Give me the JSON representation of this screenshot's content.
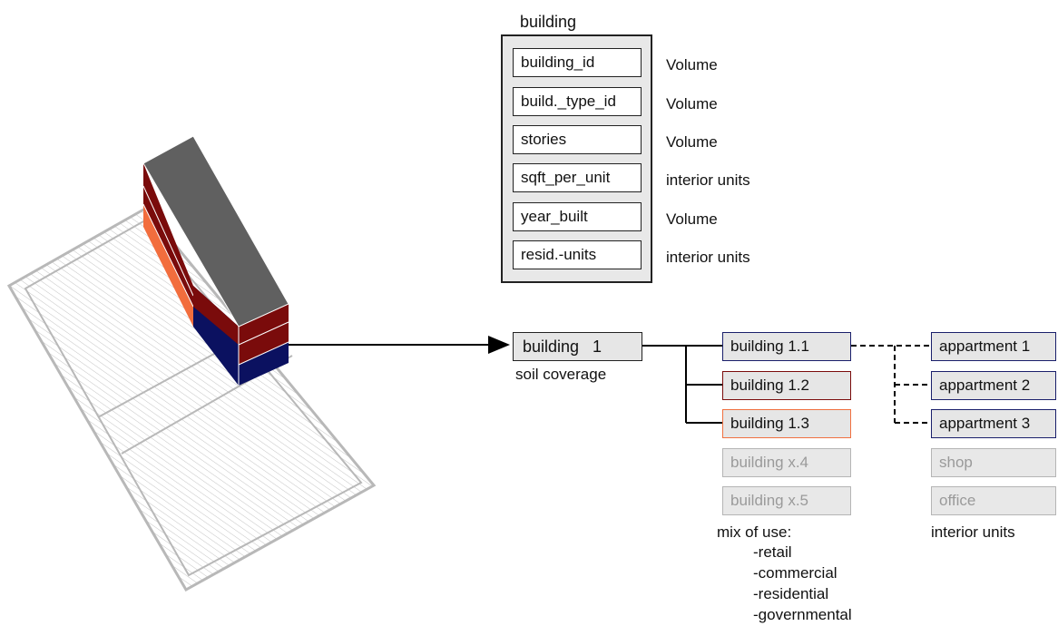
{
  "schema": {
    "title": "building",
    "fields": [
      {
        "name": "building_id",
        "source": "Volume"
      },
      {
        "name": "build._type_id",
        "source": "Volume"
      },
      {
        "name": "stories",
        "source": "Volume"
      },
      {
        "name": "sqft_per_unit",
        "source": "interior units"
      },
      {
        "name": "year_built",
        "source": "Volume"
      },
      {
        "name": "resid.-units",
        "source": "interior units"
      }
    ]
  },
  "root": {
    "label": "building   1",
    "caption": "soil coverage"
  },
  "floors": [
    {
      "label": "building 1.1",
      "color": "#1a1f6b"
    },
    {
      "label": "building 1.2",
      "color": "#7a0b0b"
    },
    {
      "label": "building 1.3",
      "color": "#f07040"
    },
    {
      "label": "building x.4",
      "color": "#b5b5b5"
    },
    {
      "label": "building x.5",
      "color": "#b5b5b5"
    }
  ],
  "mix": {
    "heading": "mix of use:",
    "items": [
      "-retail",
      "-commercial",
      "-residential",
      "-governmental"
    ]
  },
  "units": {
    "items": [
      {
        "label": "appartment 1"
      },
      {
        "label": "appartment 2"
      },
      {
        "label": "appartment 3"
      },
      {
        "label": "shop"
      },
      {
        "label": "office"
      }
    ],
    "caption": "interior units"
  },
  "colors": {
    "roof": "#606060",
    "navy": "#0b1160",
    "red": "#7a0b0b",
    "orange": "#f26d3d",
    "parcel": "#b8b8b8"
  }
}
